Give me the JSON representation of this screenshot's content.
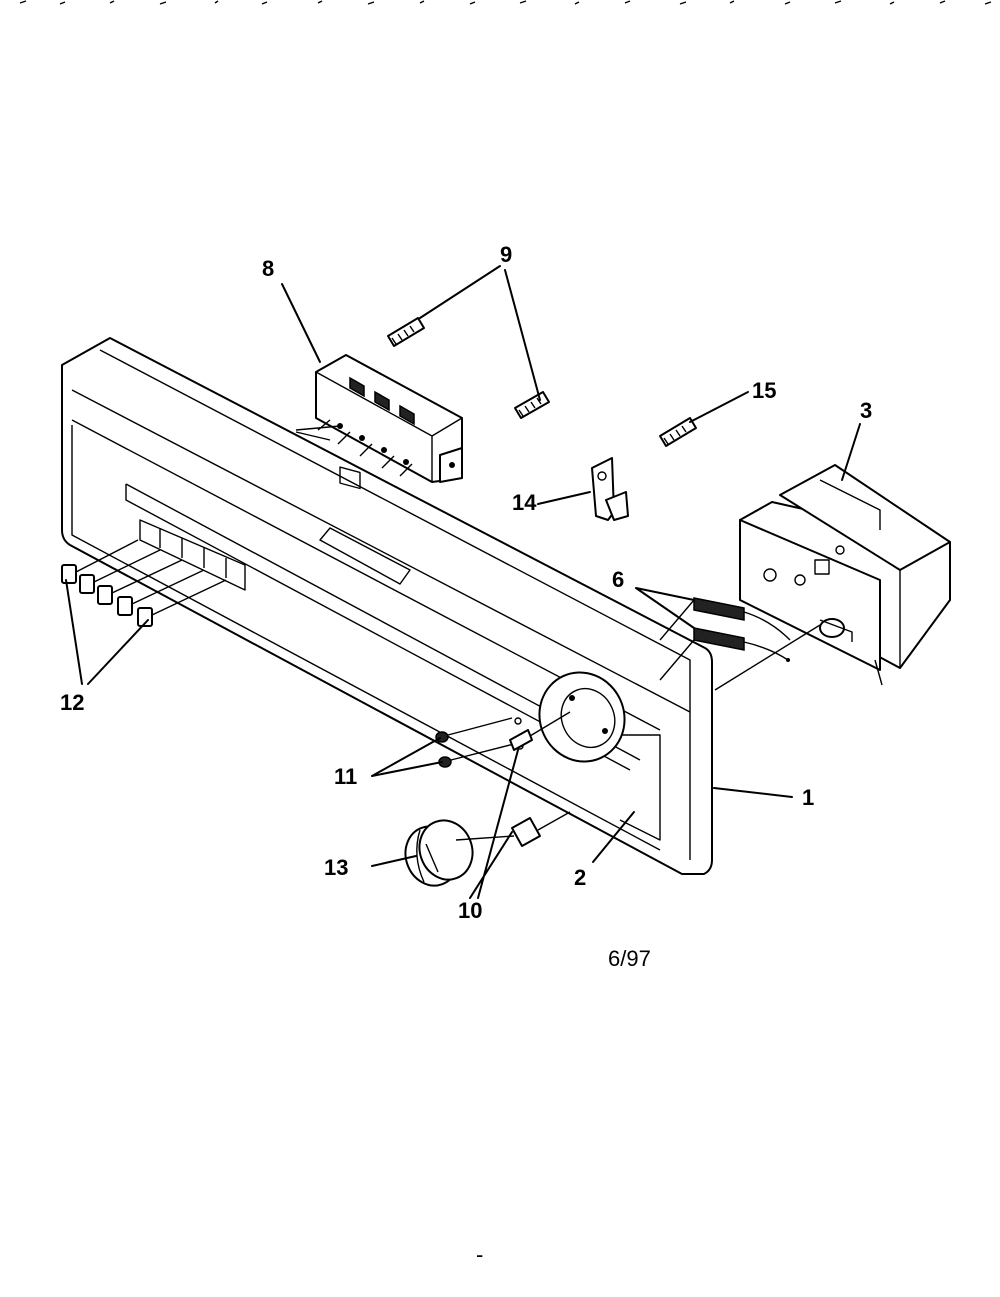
{
  "diagram": {
    "callouts": {
      "c1": "1",
      "c2": "2",
      "c3": "3",
      "c6": "6",
      "c8": "8",
      "c9": "9",
      "c10": "10",
      "c11": "11",
      "c12": "12",
      "c13": "13",
      "c14": "14",
      "c15": "15"
    },
    "date_code": "6/97",
    "footer_mark": "-"
  }
}
